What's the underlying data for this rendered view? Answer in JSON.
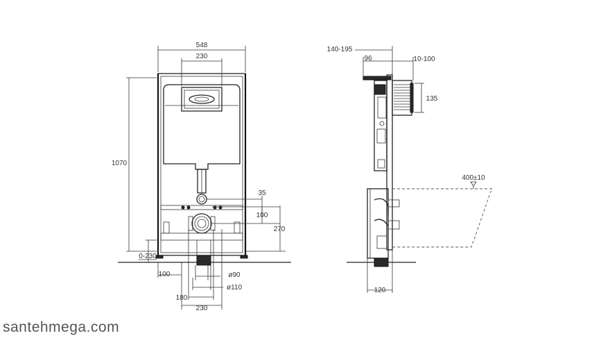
{
  "front_view": {
    "dims": {
      "frame_width": "548",
      "button_width": "230",
      "height": "1070",
      "adjust": "0-230",
      "offset_35": "35",
      "offset_100": "100",
      "height_270": "270",
      "left_100": "100",
      "d90": "ø90",
      "d110": "ø110",
      "w180": "180",
      "w230_bottom": "230"
    }
  },
  "side_view": {
    "dims": {
      "wall_range": "140-195",
      "depth_96": "96",
      "range_10_100": "10-100",
      "h135": "135",
      "bowl_400": "400±10",
      "base_120": "120"
    }
  },
  "watermark": "santehmega.com"
}
